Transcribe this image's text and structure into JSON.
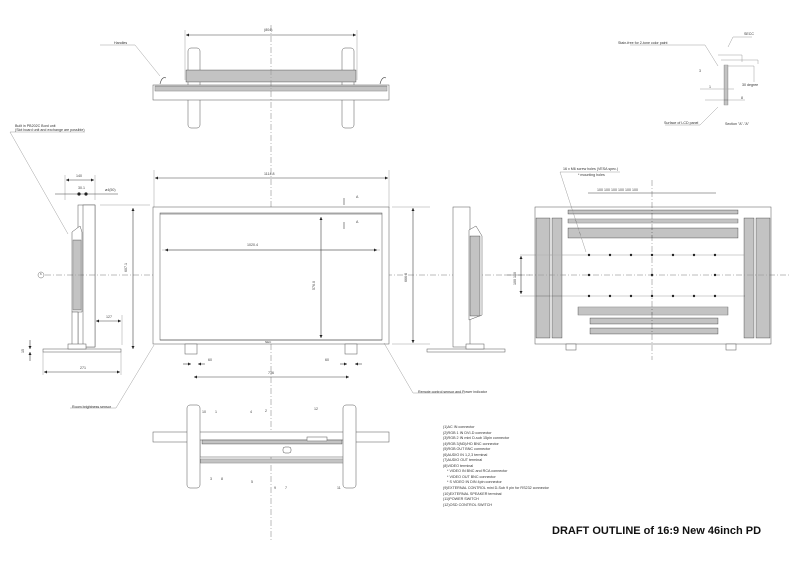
{
  "drawing": {
    "title": "DRAFT OUTLINE of 16:9 New 46inch PD"
  },
  "top_view": {
    "width_dim": "(804)",
    "handles_label": "Handles"
  },
  "section_detail": {
    "material_label": "SECC",
    "stain_label": "Stain-free for 2-tone color paint",
    "angle_label": "30 degree",
    "surface_label": "Surface of LCD panel",
    "section_label": "Section \"A\"-\"A\"",
    "dims": [
      "3",
      "1",
      "8"
    ]
  },
  "side_view_left": {
    "note_line1": "Built in PB202C Bord unit",
    "note_line2": "(Slot board unit and exchange are possible)",
    "depth_dim": "140",
    "thickness_dim": "30.1",
    "hole_dim": "ø4(50)",
    "height_dim": "607.1",
    "stand_offset_dim": "127",
    "stand_height_dim": "15",
    "stand_depth_dim": "271",
    "callout": "6"
  },
  "front_view": {
    "overall_width": "1114.8",
    "screen_width": "1020.4",
    "screen_height": "576.0",
    "overall_height": "666.8",
    "stand_width_left": "60",
    "stand_width_right": "60",
    "stand_spacing": "736",
    "section_marks": [
      "A",
      "A"
    ],
    "brand": "NEC",
    "room_sensor_label": "Room brightness sensor",
    "remote_sensor_label": "Remote control sensor and Power indicator"
  },
  "rear_view": {
    "vesa_label": "16 x M6  screw holes (VESA spec.)",
    "mounting_label": "* mounting holes",
    "hole_spacing": [
      "100",
      "100",
      "100",
      "100",
      "100",
      "100"
    ],
    "vertical_spacing": "100 100"
  },
  "bottom_view": {
    "callouts_top": [
      "10",
      "1",
      "4",
      "2",
      "12"
    ],
    "callouts_bottom": [
      "3",
      "8",
      "5",
      "9",
      "7",
      "11"
    ]
  },
  "legend": {
    "items": [
      {
        "num": "1",
        "text": "AC IN connector"
      },
      {
        "num": "2",
        "text": "RGB 1 IN DVI-D connector"
      },
      {
        "num": "3",
        "text": "RGB 2 IN mini D-sub 15pin connector"
      },
      {
        "num": "4",
        "text": "RGB 3(ND)/HD BNC connector"
      },
      {
        "num": "5",
        "text": "RGB OUT BNC connector"
      },
      {
        "num": "6",
        "text": "AUDIO IN 1,2,3 terminal"
      },
      {
        "num": "7",
        "text": "AUDIO OUT terminal"
      },
      {
        "num": "8",
        "text": "VIDEO terminal"
      },
      {
        "num": "",
        "text": "* VIDEO IN BNC and RCA connector"
      },
      {
        "num": "",
        "text": "* VIDEO OUT BNC connector"
      },
      {
        "num": "",
        "text": "* S VIDEO IN DIN 4pin connector"
      },
      {
        "num": "9",
        "text": "EXTERNAL CONTROL mini D-Sub 9 pin for RS232 connector"
      },
      {
        "num": "10",
        "text": "EXTERNAL SPEAKER terminal"
      },
      {
        "num": "11",
        "text": "POWER SWITCH"
      },
      {
        "num": "12",
        "text": "OSD CONTROL SWITCH"
      }
    ]
  }
}
